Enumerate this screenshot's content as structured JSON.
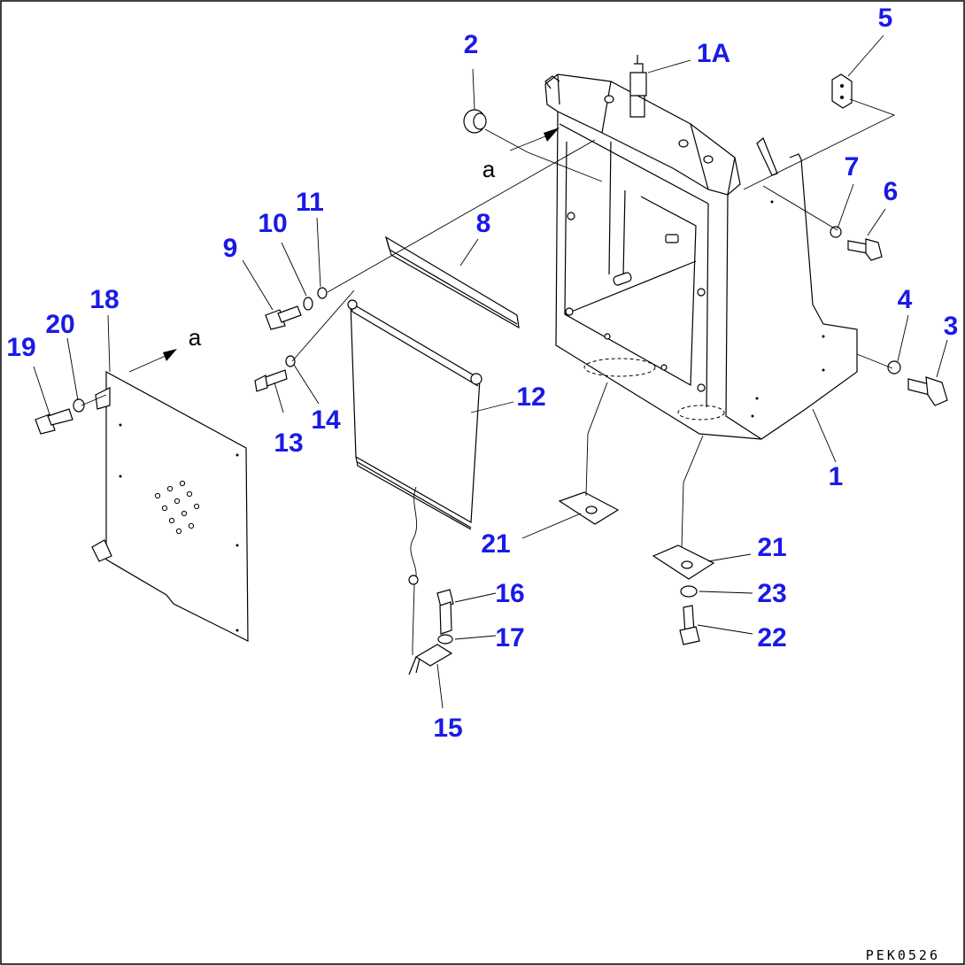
{
  "colors": {
    "callout": "#1a1ae6",
    "line": "#000000",
    "background": "#ffffff"
  },
  "callouts": {
    "c1": "1",
    "c1a": "1A",
    "c2": "2",
    "c3": "3",
    "c4": "4",
    "c5": "5",
    "c6": "6",
    "c7": "7",
    "c8": "8",
    "c9": "9",
    "c10": "10",
    "c11": "11",
    "c12": "12",
    "c13": "13",
    "c14": "14",
    "c15": "15",
    "c16": "16",
    "c17": "17",
    "c18": "18",
    "c19": "19",
    "c20": "20",
    "c21a": "21",
    "c21b": "21",
    "c22": "22",
    "c23": "23"
  },
  "view_markers": {
    "a_top": "a",
    "a_left": "a"
  },
  "drawing_code": "PEK0526"
}
